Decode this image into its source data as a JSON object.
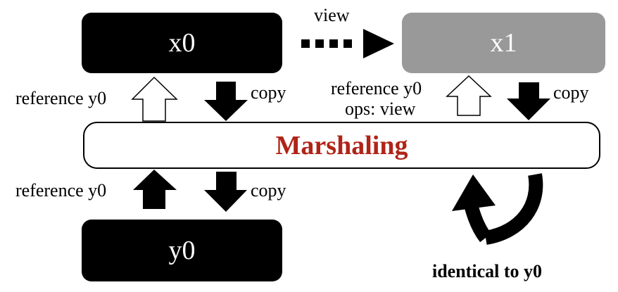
{
  "colors": {
    "x0_fill": "#000000",
    "x1_fill": "#999999",
    "y0_fill": "#000000",
    "marshaling_text": "#b02418",
    "hollow_arrow": "#ffffff"
  },
  "nodes": {
    "x0": "x0",
    "x1": "x1",
    "y0": "y0",
    "marshaling": "Marshaling"
  },
  "labels": {
    "view": "view",
    "x0_reference": "reference y0",
    "x0_copy": "copy",
    "x1_reference": "reference y0",
    "x1_ops": "ops: view",
    "x1_copy": "copy",
    "y0_reference": "reference y0",
    "y0_copy": "copy",
    "identical": "identical to y0"
  }
}
